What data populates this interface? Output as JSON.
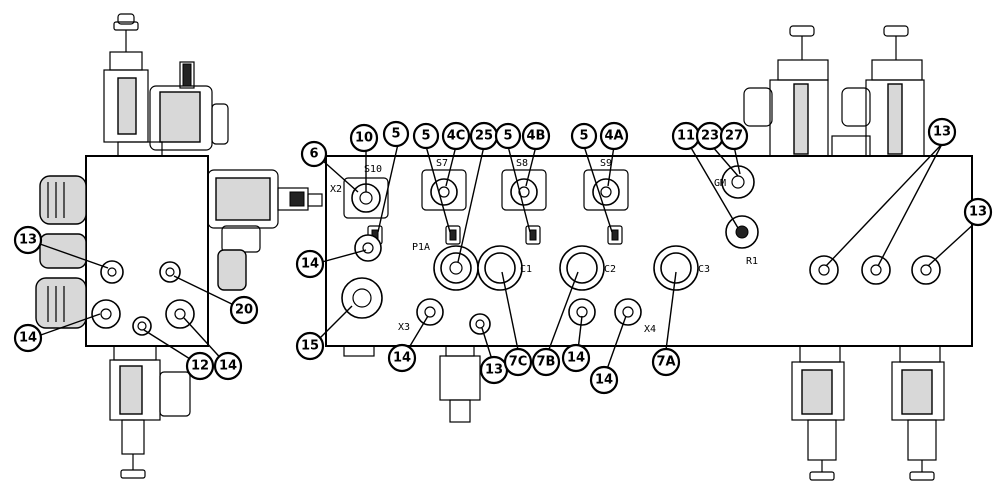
{
  "balloons": [
    {
      "id": "b-10",
      "text": "10"
    },
    {
      "id": "b-6",
      "text": "6"
    },
    {
      "id": "b-5a",
      "text": "5"
    },
    {
      "id": "b-5b",
      "text": "5"
    },
    {
      "id": "b-4c",
      "text": "4C"
    },
    {
      "id": "b-25",
      "text": "25"
    },
    {
      "id": "b-5c",
      "text": "5"
    },
    {
      "id": "b-4b",
      "text": "4B"
    },
    {
      "id": "b-5d",
      "text": "5"
    },
    {
      "id": "b-4a",
      "text": "4A"
    },
    {
      "id": "b-11",
      "text": "11"
    },
    {
      "id": "b-23",
      "text": "23"
    },
    {
      "id": "b-27",
      "text": "27"
    },
    {
      "id": "b-13a",
      "text": "13"
    },
    {
      "id": "b-13b",
      "text": "13"
    },
    {
      "id": "b-13c",
      "text": "13"
    },
    {
      "id": "b-13d",
      "text": "13"
    },
    {
      "id": "b-14a",
      "text": "14"
    },
    {
      "id": "b-14b",
      "text": "14"
    },
    {
      "id": "b-14c",
      "text": "14"
    },
    {
      "id": "b-14d",
      "text": "14"
    },
    {
      "id": "b-14e",
      "text": "14"
    },
    {
      "id": "b-14f",
      "text": "14"
    },
    {
      "id": "b-20",
      "text": "20"
    },
    {
      "id": "b-12",
      "text": "12"
    },
    {
      "id": "b-15",
      "text": "15"
    },
    {
      "id": "b-7c",
      "text": "7C"
    },
    {
      "id": "b-7b",
      "text": "7B"
    },
    {
      "id": "b-7a",
      "text": "7A"
    }
  ],
  "port_labels": {
    "s10": "S10",
    "s7": "S7",
    "s8": "S8",
    "s9": "S9",
    "x2": "X2",
    "p1a": "P1A",
    "c1": "C1",
    "c2": "C2",
    "c3": "C3",
    "gm": "GM",
    "r1": "R1",
    "x3": "X3",
    "x4": "X4"
  }
}
